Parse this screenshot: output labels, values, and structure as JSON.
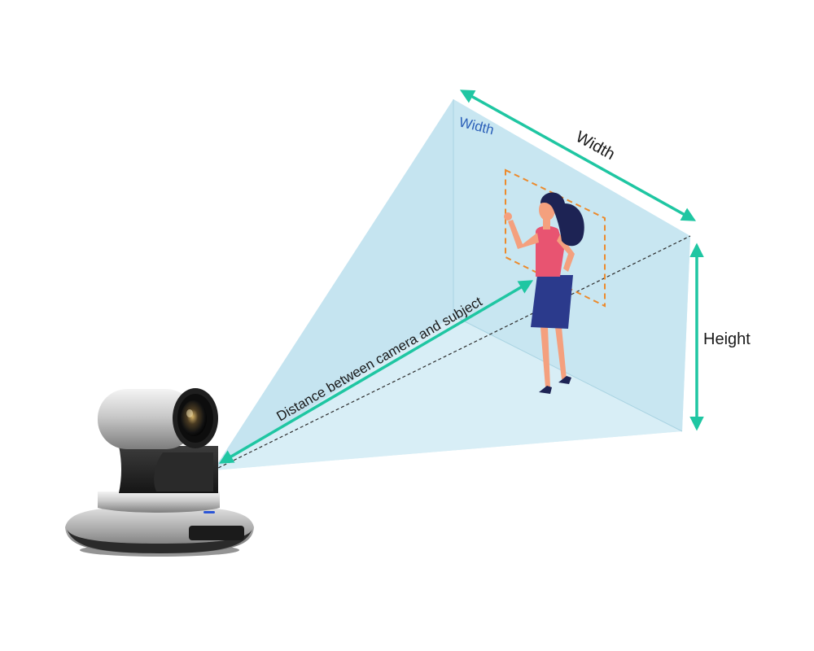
{
  "labels": {
    "width_top": "Width",
    "width_inner": "Width",
    "height": "Height",
    "distance": "Distance between camera and subject"
  },
  "colors": {
    "frustum_fill": "#cde9f3",
    "frustum_wall": "#bfe3ef",
    "arrow": "#1fc6a2",
    "inner_width_text": "#2a5fb8",
    "dashed_box": "#ec8a2c",
    "label_text": "#1a1a1a",
    "dress_top": "#e85471",
    "skirt": "#2b3a8c",
    "skin": "#f4a07e",
    "hair": "#1d2354"
  },
  "icons": {
    "camera": "ptz-camera-icon",
    "subject": "woman-subject-icon"
  }
}
